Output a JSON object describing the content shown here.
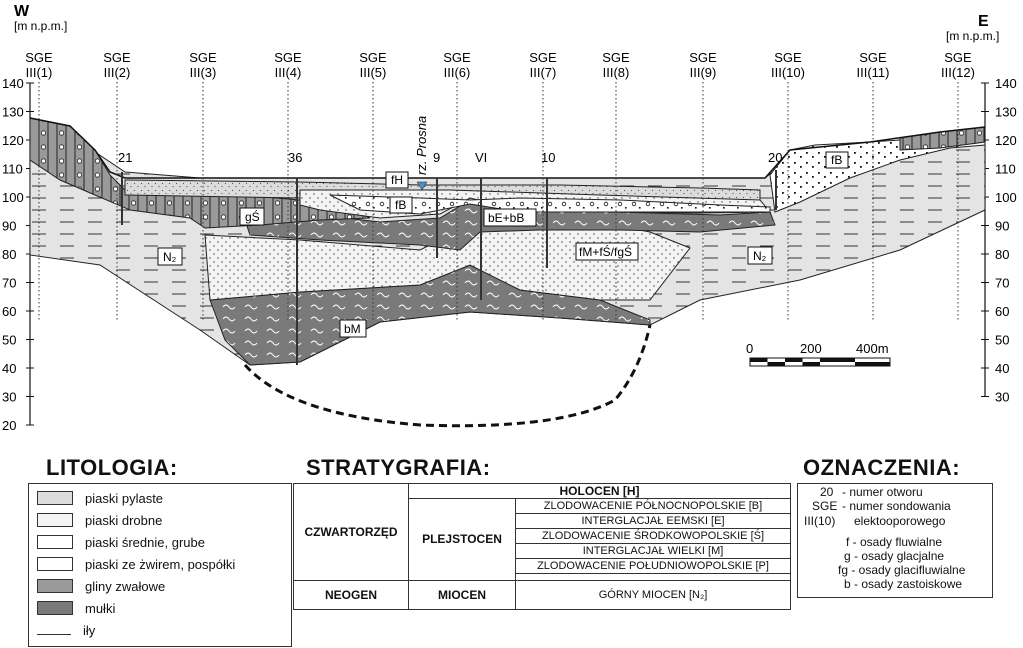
{
  "west": "W",
  "east": "E",
  "unit": "[m n.p.m.]",
  "yticks": [
    "140",
    "130",
    "120",
    "110",
    "100",
    "90",
    "80",
    "70",
    "60",
    "50",
    "40",
    "30",
    "20"
  ],
  "yticks_right": [
    "140",
    "130",
    "120",
    "110",
    "100",
    "90",
    "80",
    "70",
    "60",
    "50",
    "40",
    "30"
  ],
  "sge_prefix": "SGE",
  "sge": [
    "III(1)",
    "III(2)",
    "III(3)",
    "III(4)",
    "III(5)",
    "III(6)",
    "III(7)",
    "III(8)",
    "III(9)",
    "III(10)",
    "III(11)",
    "III(12)"
  ],
  "boreholes": [
    "21",
    "36",
    "9",
    "VI",
    "10",
    "20"
  ],
  "river": "rz. Prosna",
  "labels": {
    "fH": "fH",
    "fB1": "fB",
    "fB2": "fB",
    "gS": "gŚ",
    "bEbB": "bE+bB",
    "fM": "fM+fŚ/fgŚ",
    "N2a": "N₂",
    "N2b": "N₂",
    "bM": "bM"
  },
  "scale": [
    "0",
    "200",
    "400m"
  ],
  "headers": {
    "litologia": "LITOLOGIA:",
    "stratygrafia": "STRATYGRAFIA:",
    "oznaczenia": "OZNACZENIA:"
  },
  "litologia": [
    "piaski pylaste",
    "piaski drobne",
    "piaski średnie, grube",
    "piaski ze żwirem, pospółki",
    "gliny zwałowe",
    "mułki",
    "iły"
  ],
  "strat": {
    "holocen": "HOLOCEN [H]",
    "czwartorzed": "CZWARTORZĘD",
    "plejstocen": "PLEJSTOCEN",
    "neogen": "NEOGEN",
    "miocen": "MIOCEN",
    "rows": [
      "ZLODOWACENIE PÓŁNOCNOPOLSKIE [B]",
      "INTERGLACJAŁ EEMSKI [E]",
      "ZLODOWACENIE ŚRODKOWOPOLSKIE [Ś]",
      "INTERGLACJAŁ WIELKI [M]",
      "ZLODOWACENIE POŁUDNIOWOPOLSKIE [P]"
    ],
    "gorny": "GÓRNY MIOCEN [N₂]"
  },
  "oznaczenia": {
    "l1a": "20",
    "l1b": "- numer otworu",
    "l2a": "SGE",
    "l2b": "- numer sondowania",
    "l3a": "III(10)",
    "l3b": "elektooporowego",
    "l4": "f - osady fluwialne",
    "l5": "g - osady glacjalne",
    "l6": "fg - osady glacifluwialne",
    "l7": "b - osady zastoiskowe"
  }
}
